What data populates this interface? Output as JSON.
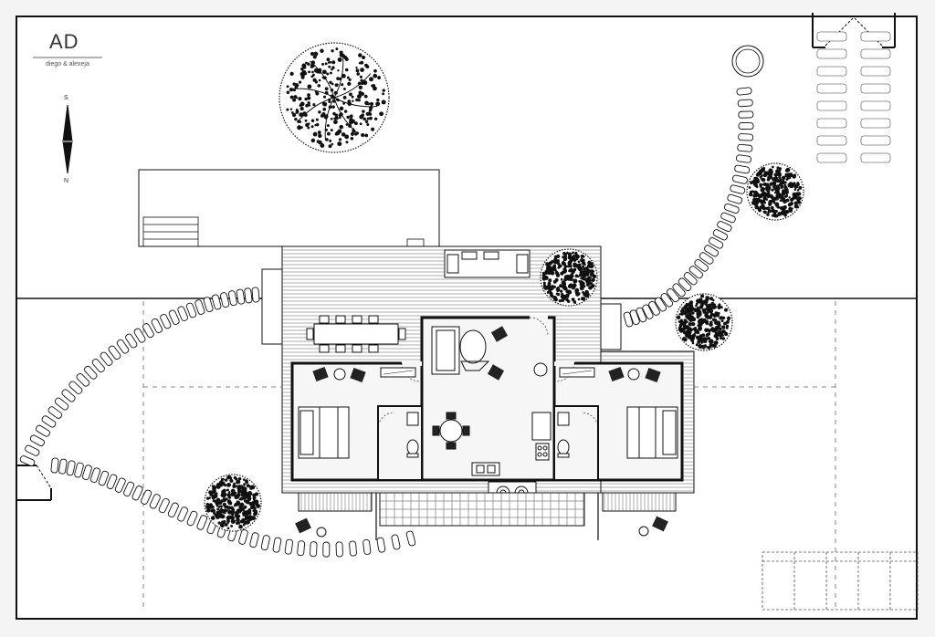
{
  "logo": {
    "initials": "AD",
    "subtitle": "diego & alexeja"
  },
  "compass": {
    "top_letter": "S",
    "bottom_letter": "N"
  },
  "colors": {
    "line": "#1a1a1a",
    "background": "#ffffff",
    "floor": "#f2f2f2"
  }
}
